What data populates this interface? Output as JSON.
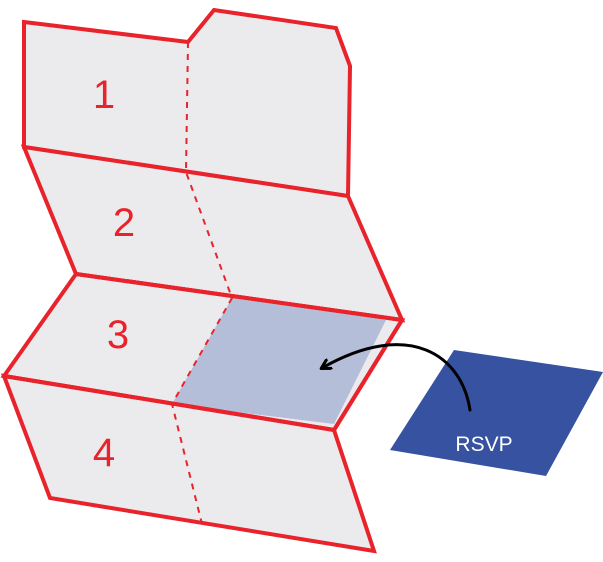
{
  "panels": [
    {
      "number": "1"
    },
    {
      "number": "2"
    },
    {
      "number": "3"
    },
    {
      "number": "4"
    }
  ],
  "rsvp_card": {
    "label": "RSVP"
  },
  "colors": {
    "outline": "#e8232b",
    "panel_fill": "#ebebee",
    "pocket_fill": "#b5bed9",
    "card_fill": "#3652a0",
    "card_text": "#ffffff",
    "arrow": "#000000"
  }
}
